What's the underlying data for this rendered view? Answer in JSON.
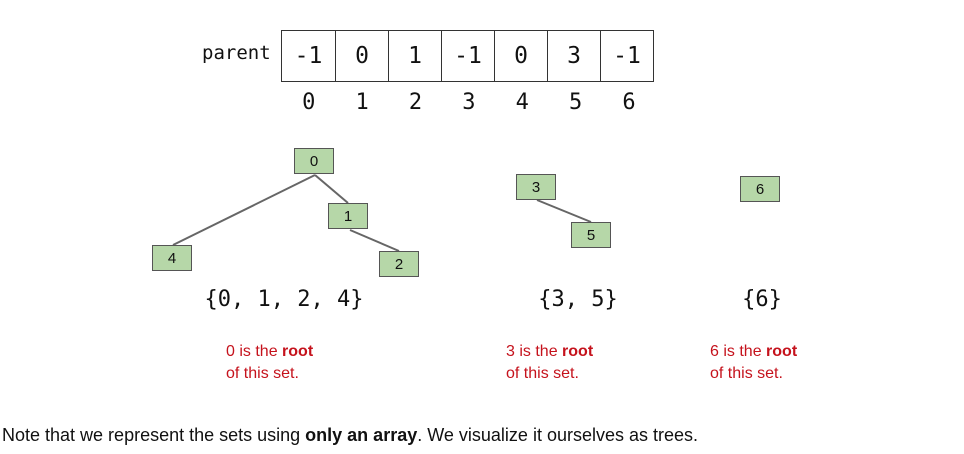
{
  "array": {
    "label": "parent",
    "values": [
      "-1",
      "0",
      "1",
      "-1",
      "0",
      "3",
      "-1"
    ],
    "indices": [
      "0",
      "1",
      "2",
      "3",
      "4",
      "5",
      "6"
    ]
  },
  "nodes": [
    "0",
    "1",
    "2",
    "3",
    "4",
    "5",
    "6"
  ],
  "sets": [
    {
      "label": "{0, 1, 2, 4}",
      "root_num": "0",
      "root_pre": " is the ",
      "root_word": "root",
      "root_post": "of this set."
    },
    {
      "label": "{3, 5}",
      "root_num": "3",
      "root_pre": " is the ",
      "root_word": "root",
      "root_post": "of this set."
    },
    {
      "label": "{6}",
      "root_num": "6",
      "root_pre": " is the ",
      "root_word": "root",
      "root_post": "of this set."
    }
  ],
  "note": {
    "pre": "Note that we represent the sets using ",
    "bold": "only an array",
    "post": ". We visualize it ourselves as trees."
  },
  "colors": {
    "node_fill": "#b6d7a8",
    "root_text": "#c5121c"
  }
}
